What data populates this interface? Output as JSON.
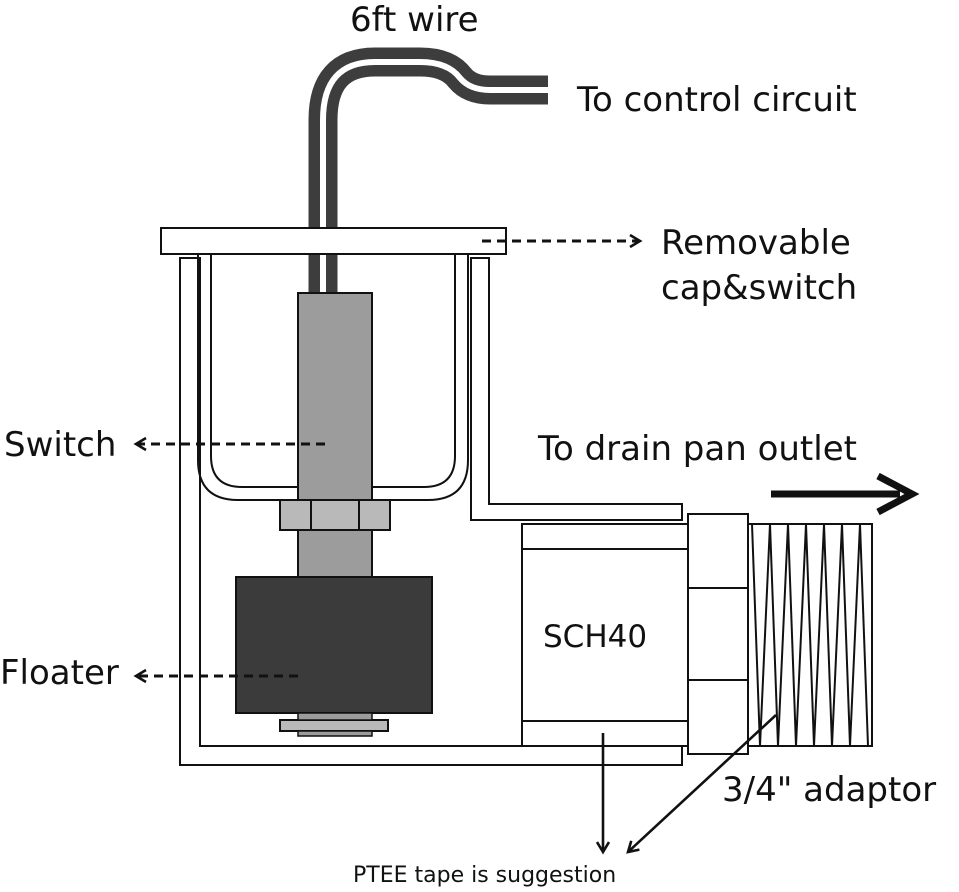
{
  "labels": {
    "wire": "6ft wire",
    "control": "To control circuit",
    "removable_line1": "Removable",
    "removable_line2": "cap&switch",
    "switch": "Switch",
    "drain": "To drain pan outlet",
    "sch40": "SCH40",
    "floater": "Floater",
    "adaptor": "3/4\" adaptor",
    "ptee": "PTEE tape is suggestion"
  },
  "colors": {
    "outline": "#111111",
    "wire": "#3d3d3d",
    "switch_body": "#9c9c9c",
    "nut": "#b9b9b9",
    "floater": "#3b3b3b",
    "background": "#ffffff"
  }
}
